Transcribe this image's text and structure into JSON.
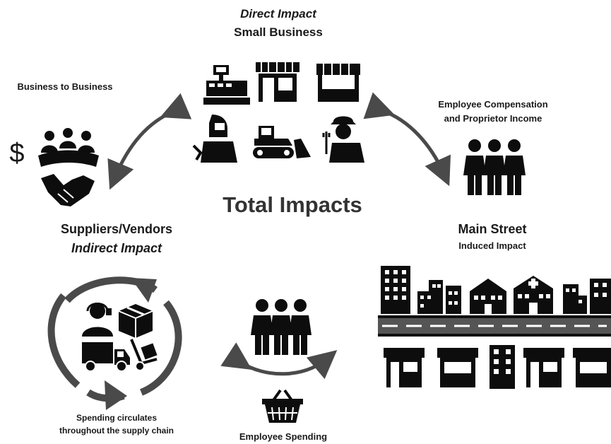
{
  "title": "Total Impacts",
  "direct": {
    "heading": "Direct Impact",
    "subheading": "Small Business"
  },
  "b2b": {
    "label": "Business to Business"
  },
  "compensation": {
    "line1": "Employee Compensation",
    "line2": "and Proprietor Income"
  },
  "suppliers": {
    "heading": "Suppliers/Vendors",
    "subheading": "Indirect Impact"
  },
  "main_street": {
    "heading": "Main Street",
    "subheading": "Induced Impact"
  },
  "supply_chain": {
    "line1": "Spending circulates",
    "line2": "throughout the supply chain"
  },
  "employee_spending": {
    "label": "Employee Spending"
  },
  "dollar_sign": "$",
  "colors": {
    "icon": "#0d0d0d",
    "arrow": "#4a4a4a",
    "text": "#1a1a1a",
    "title": "#333333"
  },
  "icons": [
    "cash-register-icon",
    "storefront-icon",
    "market-stall-icon",
    "welder-icon",
    "bulldozer-icon",
    "electrician-icon",
    "meeting-icon",
    "handshake-icon",
    "people-group-icon",
    "building-icon",
    "school-icon",
    "hospital-icon",
    "road-icon",
    "customer-service-icon",
    "package-icon",
    "delivery-truck-icon",
    "hand-truck-icon",
    "shopping-basket-icon"
  ]
}
